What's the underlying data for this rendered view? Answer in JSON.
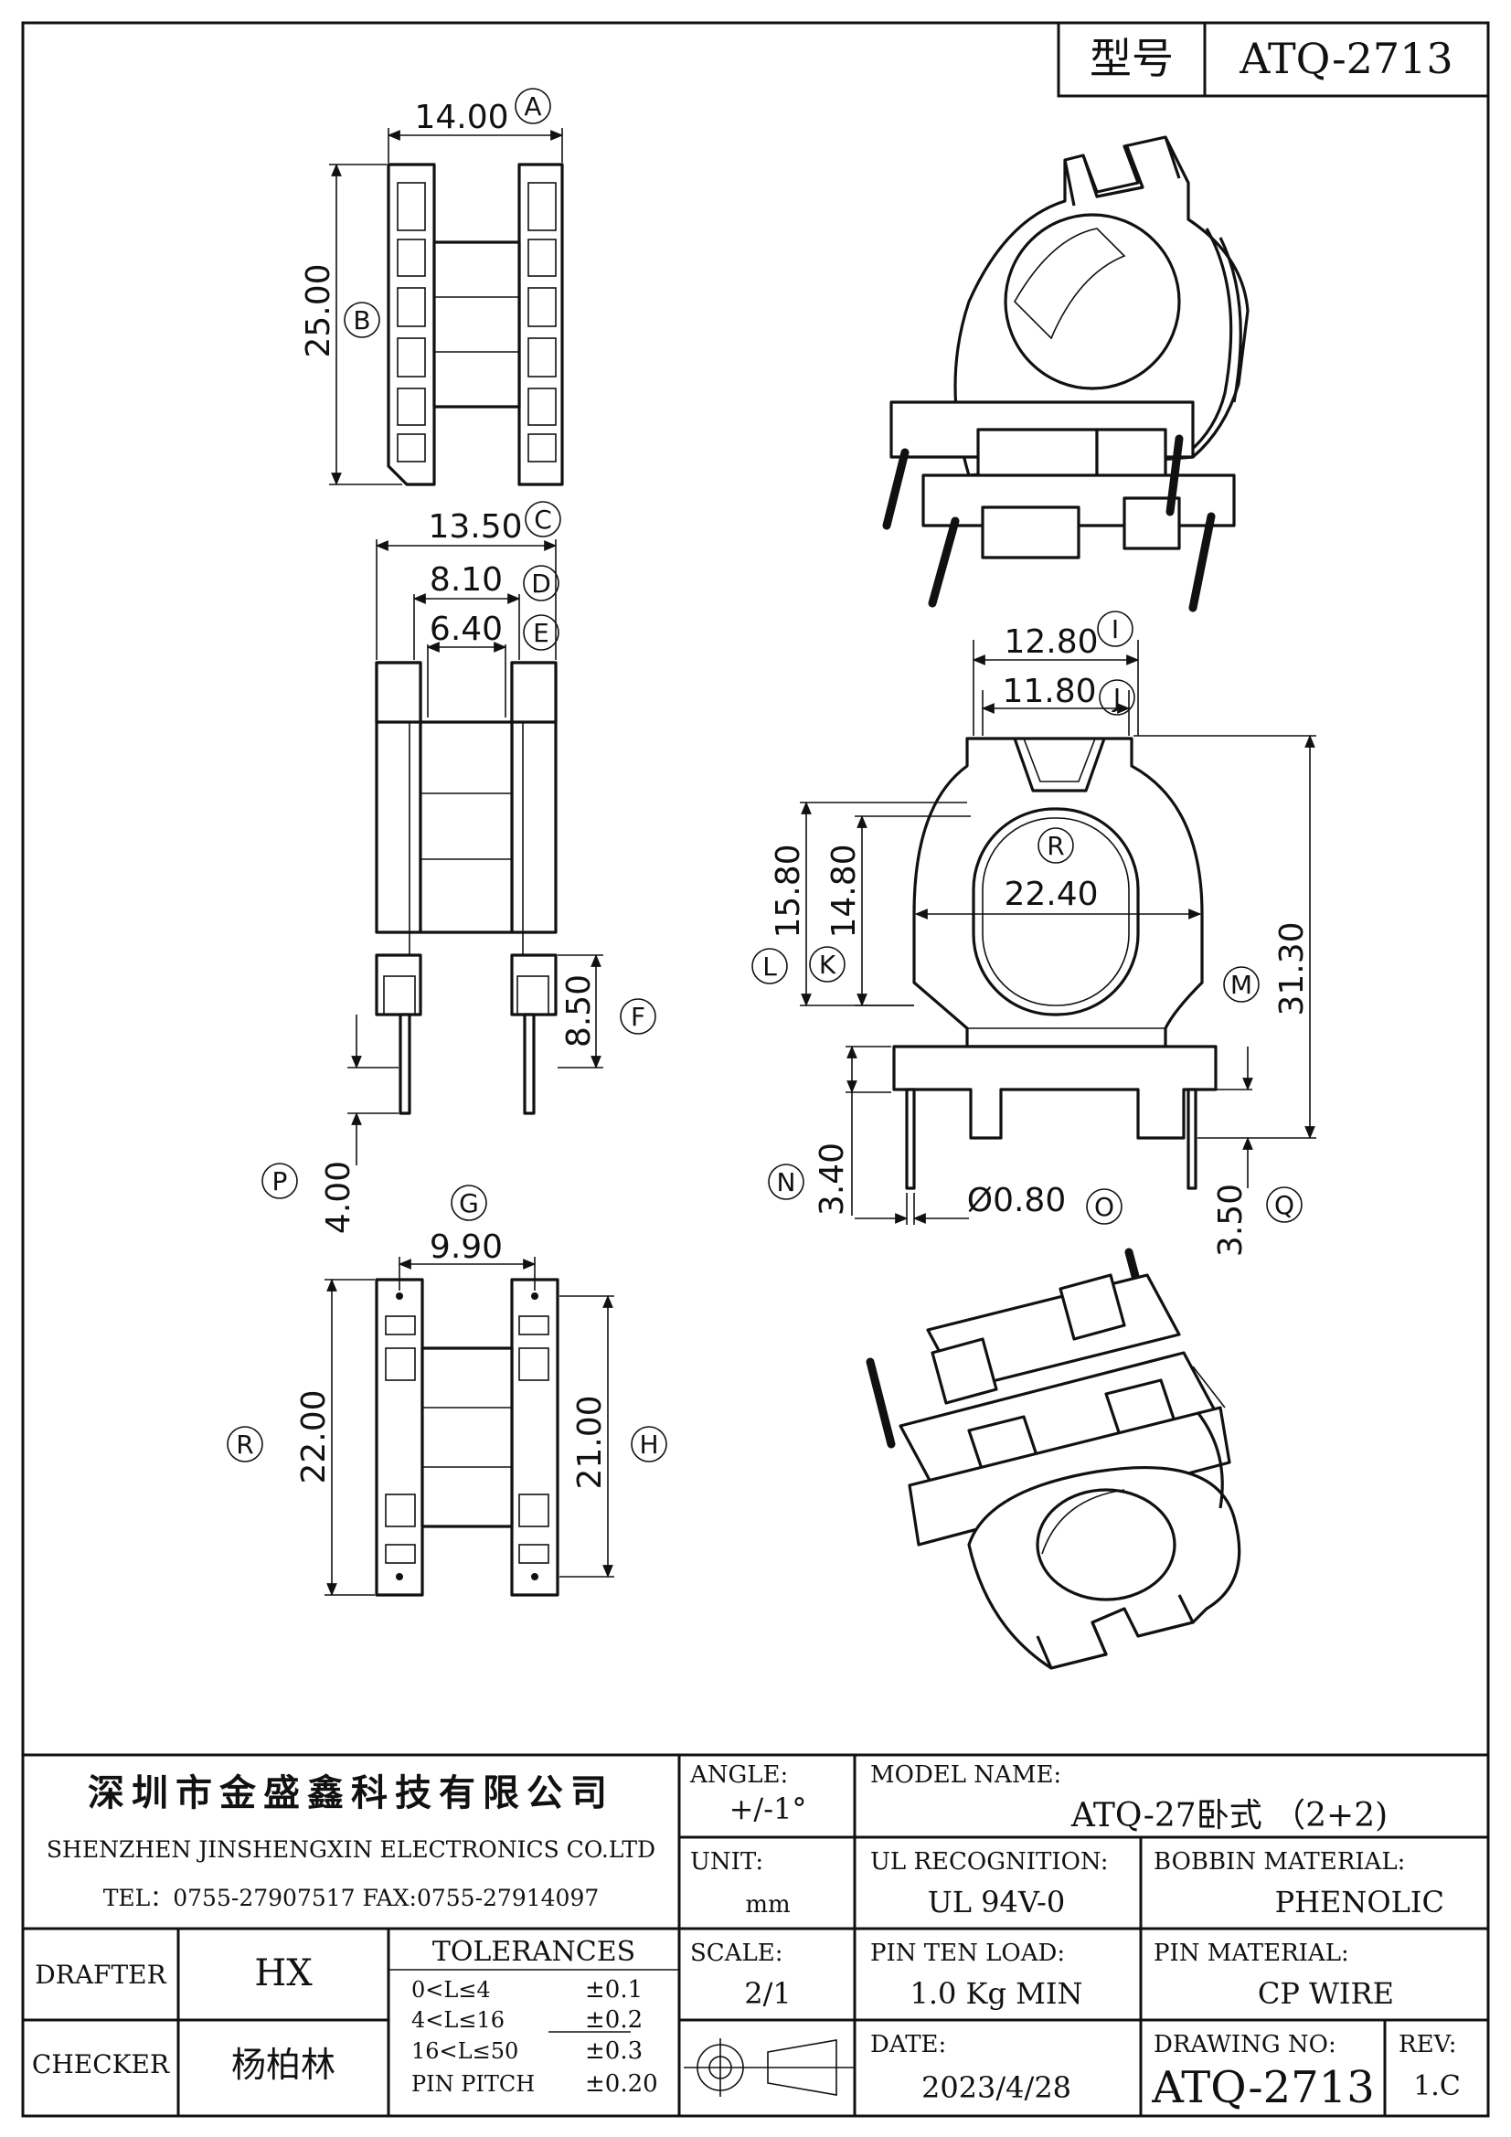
{
  "title_block_top": {
    "label": "型号",
    "model": "ATQ-2713"
  },
  "dimensions": {
    "A": {
      "letter": "A",
      "value": "14.00"
    },
    "B": {
      "letter": "B",
      "value": "25.00"
    },
    "C": {
      "letter": "C",
      "value": "13.50"
    },
    "D": {
      "letter": "D",
      "value": "8.10"
    },
    "E": {
      "letter": "E",
      "value": "6.40"
    },
    "F": {
      "letter": "F",
      "value": "8.50"
    },
    "P": {
      "letter": "P",
      "value": "4.00"
    },
    "G": {
      "letter": "G",
      "value": "9.90"
    },
    "R_left": {
      "letter": "R",
      "value": "22.00"
    },
    "H": {
      "letter": "H",
      "value": "21.00"
    },
    "I": {
      "letter": "I",
      "value": "12.80"
    },
    "J": {
      "letter": "J",
      "value": "11.80"
    },
    "R_front": {
      "letter": "R",
      "value": "22.40"
    },
    "L": {
      "letter": "L",
      "value": "15.80"
    },
    "K": {
      "letter": "K",
      "value": "14.80"
    },
    "M": {
      "letter": "M",
      "value": "31.30"
    },
    "N": {
      "letter": "N",
      "value": "3.40"
    },
    "O": {
      "letter": "O",
      "value": "Ø0.80"
    },
    "Q": {
      "letter": "Q",
      "value": "3.50"
    }
  },
  "company": {
    "name_cn": "深圳市金盛鑫科技有限公司",
    "name_en": "SHENZHEN JINSHENGXIN ELECTRONICS CO.LTD",
    "contact": "TEL：0755-27907517 FAX:0755-27914097"
  },
  "angle": {
    "label": "ANGLE:",
    "value": "+/-1°"
  },
  "model_name": {
    "label": "MODEL NAME:",
    "value": "ATQ-27卧式  （2+2)"
  },
  "unit": {
    "label": "UNIT:",
    "value": "mm"
  },
  "ul": {
    "label": "UL RECOGNITION:",
    "value": "UL 94V-0"
  },
  "bobbin": {
    "label": "BOBBIN MATERIAL:",
    "value": "PHENOLIC"
  },
  "drafter": {
    "label": "DRAFTER",
    "value": "HX"
  },
  "checker": {
    "label": "CHECKER",
    "value": "杨柏林"
  },
  "tolerances": {
    "label": "TOLERANCES",
    "rows": [
      {
        "range": "0<L≤4",
        "tol": "±0.1"
      },
      {
        "range": "4<L≤16",
        "tol": "±0.2"
      },
      {
        "range": "16<L≤50",
        "tol": "±0.3"
      },
      {
        "range": "PIN PITCH",
        "tol": "±0.20"
      }
    ]
  },
  "scale": {
    "label": "SCALE:",
    "value": "2/1"
  },
  "pin_load": {
    "label": "PIN TEN LOAD:",
    "value": "1.0 Kg MIN"
  },
  "pin_material": {
    "label": "PIN MATERIAL:",
    "value": "CP WIRE"
  },
  "date": {
    "label": "DATE:",
    "value": "2023/4/28"
  },
  "drawing_no": {
    "label": "DRAWING NO:",
    "value": "ATQ-2713"
  },
  "rev": {
    "label": "REV:",
    "value": "1.C"
  }
}
